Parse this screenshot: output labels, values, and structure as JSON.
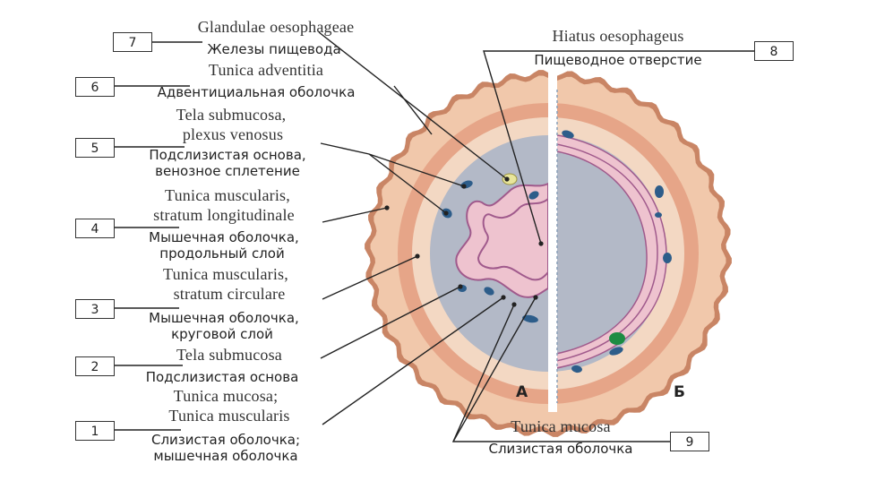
{
  "labels": [
    {
      "num": "7",
      "latin": "Glandulae oesophageae",
      "russian": [
        "Железы пищевода"
      ]
    },
    {
      "num": "6",
      "latin": "Tunica adventitia",
      "russian": [
        "Адвентициальная оболочка"
      ]
    },
    {
      "num": "5",
      "latin": [
        "Tela submucosa,",
        "plexus venosus"
      ],
      "russian": [
        "Подслизистая основа,",
        "венозное сплетение"
      ]
    },
    {
      "num": "4",
      "latin": [
        "Tunica muscularis,",
        "stratum longitudinale"
      ],
      "russian": [
        "Мышечная оболочка,",
        "продольный слой"
      ]
    },
    {
      "num": "3",
      "latin": [
        "Tunica muscularis,",
        "stratum circulare"
      ],
      "russian": [
        "Мышечная оболочка,",
        "круговой слой"
      ]
    },
    {
      "num": "2",
      "latin": "Tela submucosa",
      "russian": [
        "Подслизистая основа"
      ]
    },
    {
      "num": "1",
      "latin": [
        "Tunica mucosa;",
        "Tunica muscularis"
      ],
      "russian": [
        "Слизистая оболочка;",
        "мышечная оболочка"
      ]
    },
    {
      "num": "8",
      "latin": "Hiatus oesophageus",
      "russian": [
        "Пищеводное отверстие"
      ]
    },
    {
      "num": "9",
      "latin": "Tunica mucosa",
      "russian": [
        "Слизистая оболочка"
      ]
    }
  ],
  "section_letters": {
    "left": "А",
    "right": "Б"
  },
  "colors": {
    "outer": "#c98565",
    "adventitia": "#f1c8ab",
    "longitudinal": "#e6a588",
    "circular": "#f3d8c3",
    "submucosa": "#b3b9c7",
    "mucosa": "#eec3cf",
    "lumen_edge": "#a05a8c",
    "vein": "#2d5d8a",
    "gland": "#e8e59a",
    "gland_green": "#1c8c43",
    "line": "#222222"
  }
}
